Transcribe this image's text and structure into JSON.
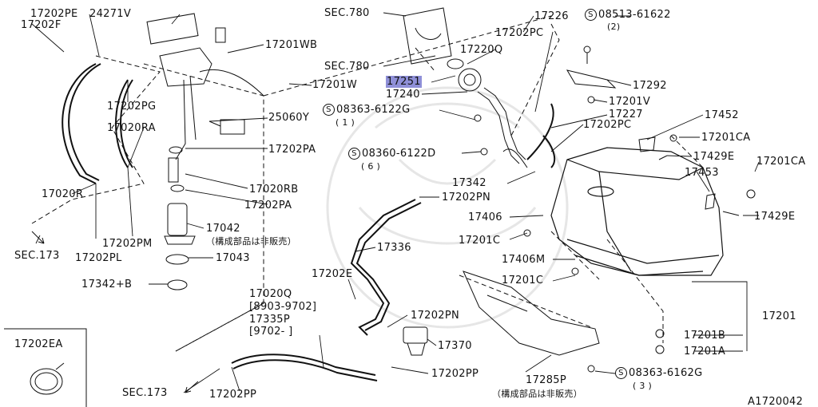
{
  "diagram_id": "A1720042",
  "labels": {
    "p17202PE": "17202PE",
    "p24271V": "24271V",
    "p17202F": "17202F",
    "p17201WB": "17201WB",
    "sec780a": "SEC.780",
    "sec780b": "SEC.780",
    "p17226": "17226",
    "s08513": "08513-61622",
    "s08513q": "(2)",
    "p17202PC_a": "17202PC",
    "p17220Q": "17220Q",
    "p17251": "17251",
    "p17240": "17240",
    "p17201W": "17201W",
    "p17292": "17292",
    "p17202PG": "17202PG",
    "s08363a": "08363-6122G",
    "s08363aq": "( 1 )",
    "p17201V": "17201V",
    "p17452": "17452",
    "p17227": "17227",
    "p17020RA": "17020RA",
    "p25060Y": "25060Y",
    "p17202PC_b": "17202PC",
    "p17201CA_a": "17201CA",
    "p17202PA_a": "17202PA",
    "s08360": "08360-6122D",
    "s08360q": "( 6 )",
    "p17429E_a": "17429E",
    "p17201CA_b": "17201CA",
    "p17453": "17453",
    "p17342": "17342",
    "p17020R": "17020R",
    "p17020RB": "17020RB",
    "p17202PN_a": "17202PN",
    "p17202PA_b": "17202PA",
    "p17406": "17406",
    "p17429E_b": "17429E",
    "p17042": "17042",
    "p17042note": "（構成部品は非販売）",
    "p17201C_a": "17201C",
    "sec173a": "SEC.173",
    "p17202PL": "17202PL",
    "p17202PM": "17202PM",
    "p17336": "17336",
    "p17043": "17043",
    "p17406M": "17406M",
    "p17201C_b": "17201C",
    "p17202E": "17202E",
    "p17342B": "17342+B",
    "p17020Q": "17020Q",
    "range1": "[8903-9702]",
    "p17335P": "17335P",
    "range2": "[9702-      ]",
    "p17202PN_b": "17202PN",
    "p17201": "17201",
    "p17201B": "17201B",
    "p17202EA": "17202EA",
    "p17370": "17370",
    "p17201A": "17201A",
    "p17202PP_a": "17202PP",
    "s08363b": "08363-6162G",
    "s08363bq": "( 3 )",
    "p17285P": "17285P",
    "p17285Pnote": "（構成部品は非販売）",
    "sec173b": "SEC.173",
    "p17202PP_b": "17202PP",
    "s_mark": "S"
  }
}
